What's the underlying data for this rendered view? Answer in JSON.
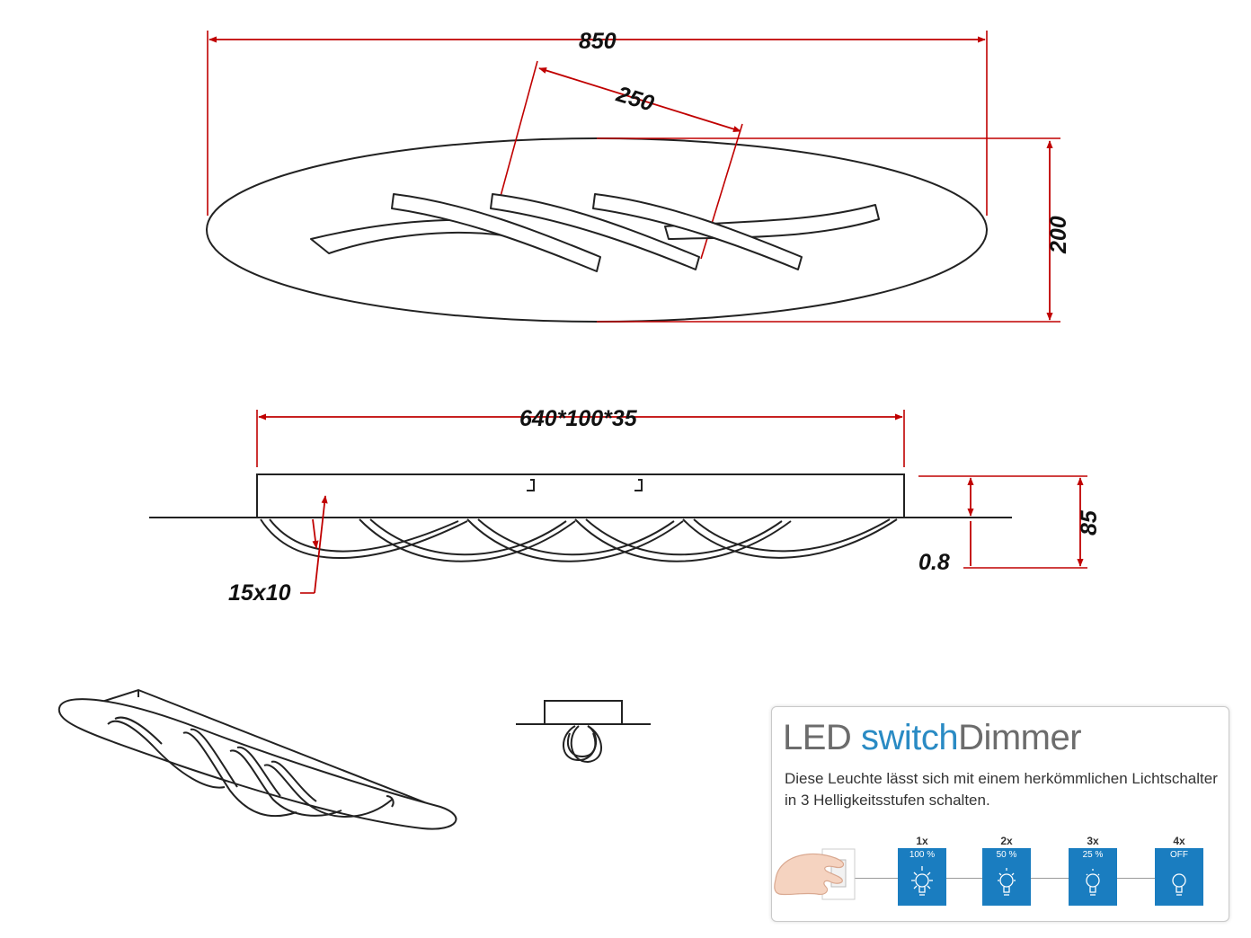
{
  "dimensions": {
    "total_length": "850",
    "bar_spacing": "250",
    "width": "200",
    "base_plate": "640*100*35",
    "height": "85",
    "plate_thickness": "0.8",
    "bar_profile": "15x10"
  },
  "dimmer_panel": {
    "title_led": "LED",
    "title_switch": "switch",
    "title_dimmer": "Dimmer",
    "description": "Diese Leuchte lässt sich mit einem herkömmlichen Lichtschalter in 3 Helligkeitsstufen schalten.",
    "steps": [
      {
        "count": "1x",
        "level": "100 %"
      },
      {
        "count": "2x",
        "level": "50 %"
      },
      {
        "count": "3x",
        "level": "25 %"
      },
      {
        "count": "4x",
        "level": "OFF"
      }
    ]
  },
  "colors": {
    "dimension_line": "#c00000",
    "accent_blue": "#1a7dc0",
    "title_blue": "#2a8bc4"
  }
}
